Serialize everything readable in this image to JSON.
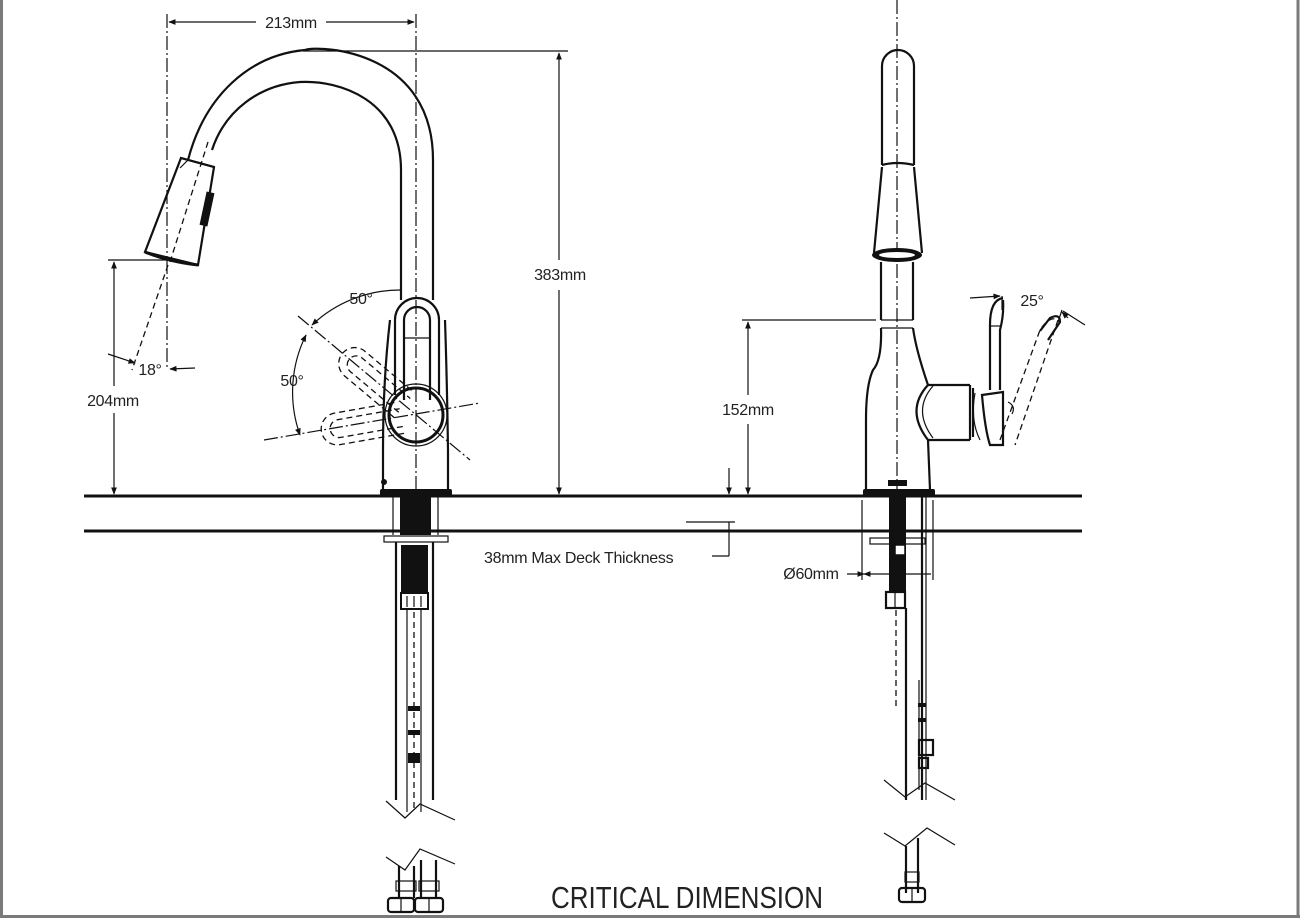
{
  "diagram": {
    "title": "CRITICAL DIMENSION",
    "side_view": {
      "spout_reach": "213mm",
      "total_height": "383mm",
      "spout_outlet_height": "204mm",
      "spray_angle": "18°",
      "handle_rotation_upper": "50°",
      "handle_rotation_lower": "50°",
      "deck_thickness": "38mm Max Deck Thickness"
    },
    "front_view": {
      "handle_height": "152mm",
      "handle_tilt_angle": "25°",
      "mount_diameter": "Ø60mm"
    },
    "colors": {
      "line": "#111111",
      "border": "#7a7a7a",
      "background": "#ffffff"
    }
  }
}
